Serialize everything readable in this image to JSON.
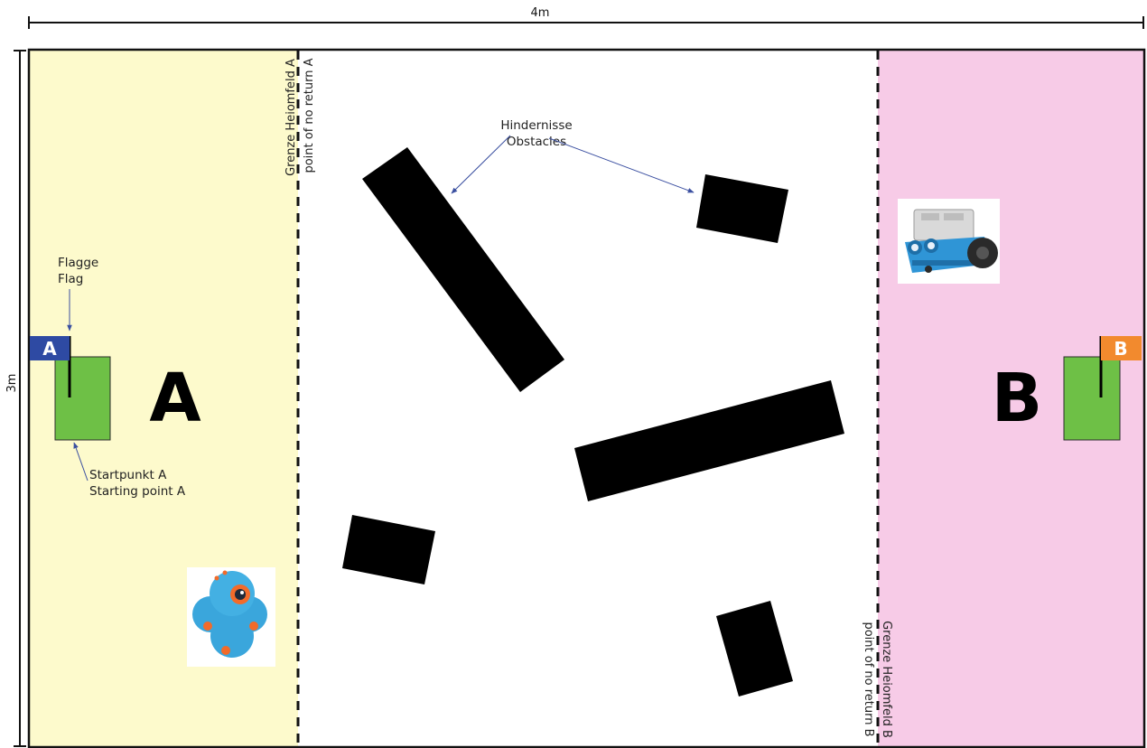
{
  "dimensions": {
    "width_label": "4m",
    "height_label": "3m"
  },
  "zones": {
    "home_a": {
      "color": "#fdfacc",
      "letter": "A"
    },
    "home_b": {
      "color": "#f7cbe7",
      "letter": "B"
    }
  },
  "boundary_a": {
    "line1": "Grenze Heiomfeld A",
    "line2": "point of no return A"
  },
  "boundary_b": {
    "line1": "Grenze Heiomfeld B",
    "line2": "point of no return B"
  },
  "flag_callout": {
    "line1": "Flagge",
    "line2": "Flag"
  },
  "start_callout": {
    "line1": "Startpunkt A",
    "line2": "Starting point A"
  },
  "obstacle_callout": {
    "line1": "Hindernisse",
    "line2": "Obstacles"
  },
  "flag_a": {
    "letter": "A",
    "color": "#2e4aa3"
  },
  "flag_b": {
    "letter": "B",
    "color": "#f28a2e"
  },
  "start_area_color": "#6ec046",
  "robot_a": {
    "icon": "dash-robot-icon",
    "body_color": "#3aa6dc",
    "accent_color": "#f26b2a"
  },
  "robot_b": {
    "icon": "mbot-robot-icon",
    "body_color": "#2f95d6"
  }
}
